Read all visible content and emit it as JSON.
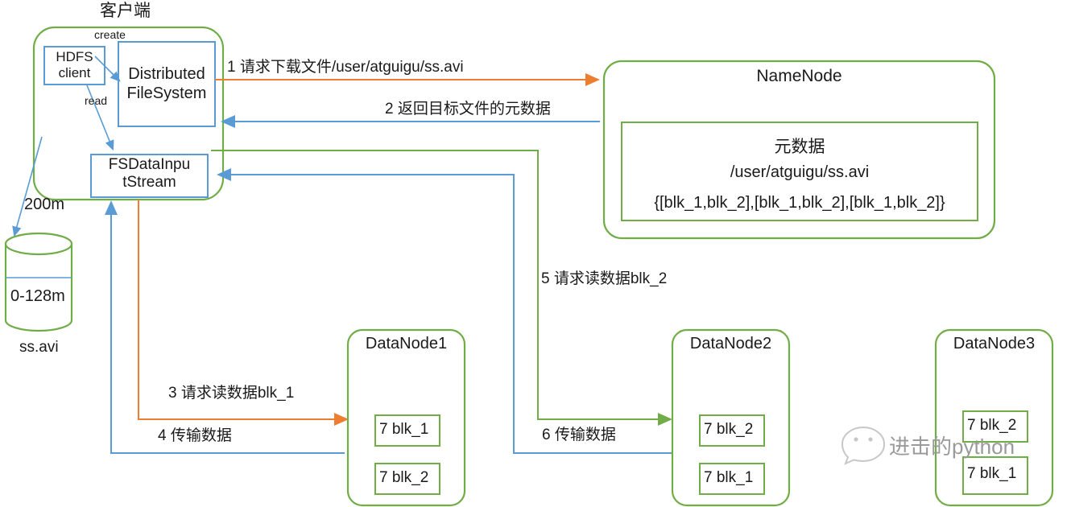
{
  "diagram": {
    "title_client": "客户端",
    "colors": {
      "green": "#70AD47",
      "blue": "#5B9BD5",
      "orange": "#ED7D31",
      "text": "#1a1a1a",
      "watermark": "#9a9a9a"
    }
  },
  "client": {
    "label": "客户端",
    "create_label": "create",
    "read_label": "read",
    "hdfs_client": "HDFS\nclient",
    "hdfs_client_line1": "HDFS",
    "hdfs_client_line2": "client",
    "dfs_line1": "Distributed",
    "dfs_line2": "FileSystem",
    "fsdis_line1": "FSDataInpu",
    "fsdis_line2": "tStream"
  },
  "file": {
    "size_label": "200m",
    "block_label": "0-128m",
    "name": "ss.avi"
  },
  "namenode": {
    "title": "NameNode",
    "metadata_title": "元数据",
    "metadata_path": "/user/atguigu/ss.avi",
    "metadata_blocks": "{[blk_1,blk_2],[blk_1,blk_2],[blk_1,blk_2]}"
  },
  "steps": [
    {
      "id": "1",
      "text": "1 请求下载文件/user/atguigu/ss.avi",
      "color": "#ED7D31"
    },
    {
      "id": "2",
      "text": "2 返回目标文件的元数据",
      "color": "#5B9BD5"
    },
    {
      "id": "3",
      "text": "3 请求读数据blk_1",
      "color": "#ED7D31"
    },
    {
      "id": "4",
      "text": "4 传输数据",
      "color": "#5B9BD5"
    },
    {
      "id": "5",
      "text": "5 请求读数据blk_2",
      "color": "#70AD47"
    },
    {
      "id": "6",
      "text": "6 传输数据",
      "color": "#5B9BD5"
    }
  ],
  "datanodes": [
    {
      "title": "DataNode1",
      "blocks": [
        "7 blk_1",
        "7 blk_2"
      ]
    },
    {
      "title": "DataNode2",
      "blocks": [
        "7 blk_2",
        "7 blk_1"
      ]
    },
    {
      "title": "DataNode3",
      "blocks": [
        "7 blk_2",
        "7 blk_1"
      ]
    }
  ],
  "watermark": {
    "text": "进击的python",
    "icon": "wechat-icon"
  }
}
